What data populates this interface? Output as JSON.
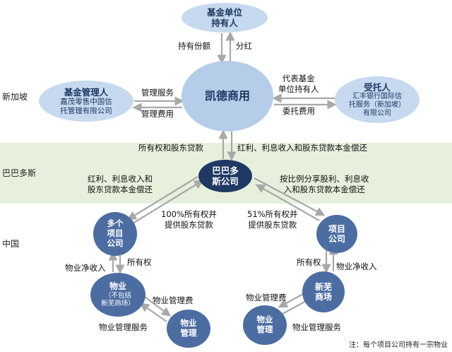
{
  "regions": {
    "singapore": "新加坡",
    "barbados": "巴巴多斯",
    "china": "中国"
  },
  "nodes": {
    "unitholders": "基金单位\n持有人",
    "kaide": "凯德商用",
    "manager_title": "基金管理人",
    "manager_sub": "嘉茂零售中国信\n托管理有限公司",
    "trustee_title": "受托人",
    "trustee_sub": "汇丰银行国际信\n托服务（新加坡）\n有限公司",
    "barbados_co": "巴巴多\n斯公司",
    "multi_project": "多个\n项目\n公司",
    "property_title": "物业",
    "property_sub": "（不包括\n新芜商场）",
    "property_mgmt_left": "物业\n管理",
    "project_co": "项目\n公司",
    "xinwu": "新芜\n商场",
    "property_mgmt_right": "物业\n管理"
  },
  "labels": {
    "holding_units": "持有份额",
    "dividend": "分红",
    "mgmt_service": "管理服务",
    "mgmt_fee": "管理费用",
    "on_behalf": "代表基金\n单位持有人",
    "trustee_fee": "委托费用",
    "ownership_loan": "所有权和股东贷款",
    "dividend_interest": "红利、利息收入和股东贷款本金偿还",
    "left_return": "红利、利息收入和\n股东贷款本金偿还",
    "right_return": "按比例分享股利、利息收\n入和股东贷款本金偿还",
    "own_100": "100%所有权并\n提供股东贷款",
    "own_51": "51%所有权并\n提供股东贷款",
    "left_ownership": "所有权",
    "left_net_income": "物业净收入",
    "left_pm_fee": "物业管理费",
    "left_pm_service": "物业管理服务",
    "right_ownership": "所有权",
    "right_net_income": "物业净收入",
    "right_pm_fee": "物业管理费",
    "right_pm_service": "物业管理服务"
  },
  "note": "注：每个项目公司持有一宗物业",
  "colors": {
    "band": "#e7f0dc",
    "light_node": "#c6d9ee",
    "mid_node": "#b5cde8",
    "dark_node": "#4c6da2",
    "navy_node": "#1f3864",
    "arrow": "#a8a8a8"
  }
}
